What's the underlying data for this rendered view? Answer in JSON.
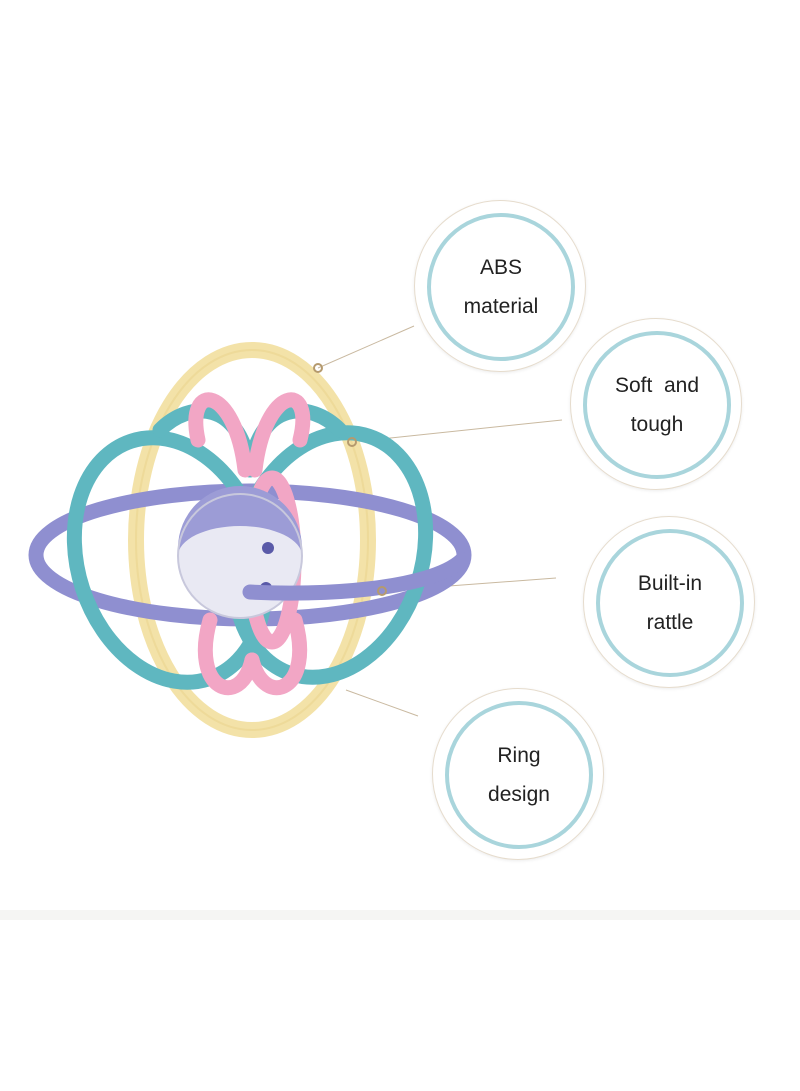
{
  "callouts": [
    {
      "line1": "ABS",
      "line2": "material"
    },
    {
      "line1": "Soft  and",
      "line2": "tough"
    },
    {
      "line1": "Built-in",
      "line2": "rattle"
    },
    {
      "line1": "Ring",
      "line2": "design"
    }
  ],
  "colors": {
    "ring_outline": "#a9d5dc",
    "outer_border": "#e6dccd",
    "leader_line": "#c9b9a0",
    "toy_yellow": "#f3e2a8",
    "toy_pink": "#f2a6c5",
    "toy_teal": "#5fb7c0",
    "toy_purple": "#8f8fd0"
  },
  "illustration": {
    "subject": "teething-ring-ball-toy",
    "icon": "toy-illustration"
  }
}
